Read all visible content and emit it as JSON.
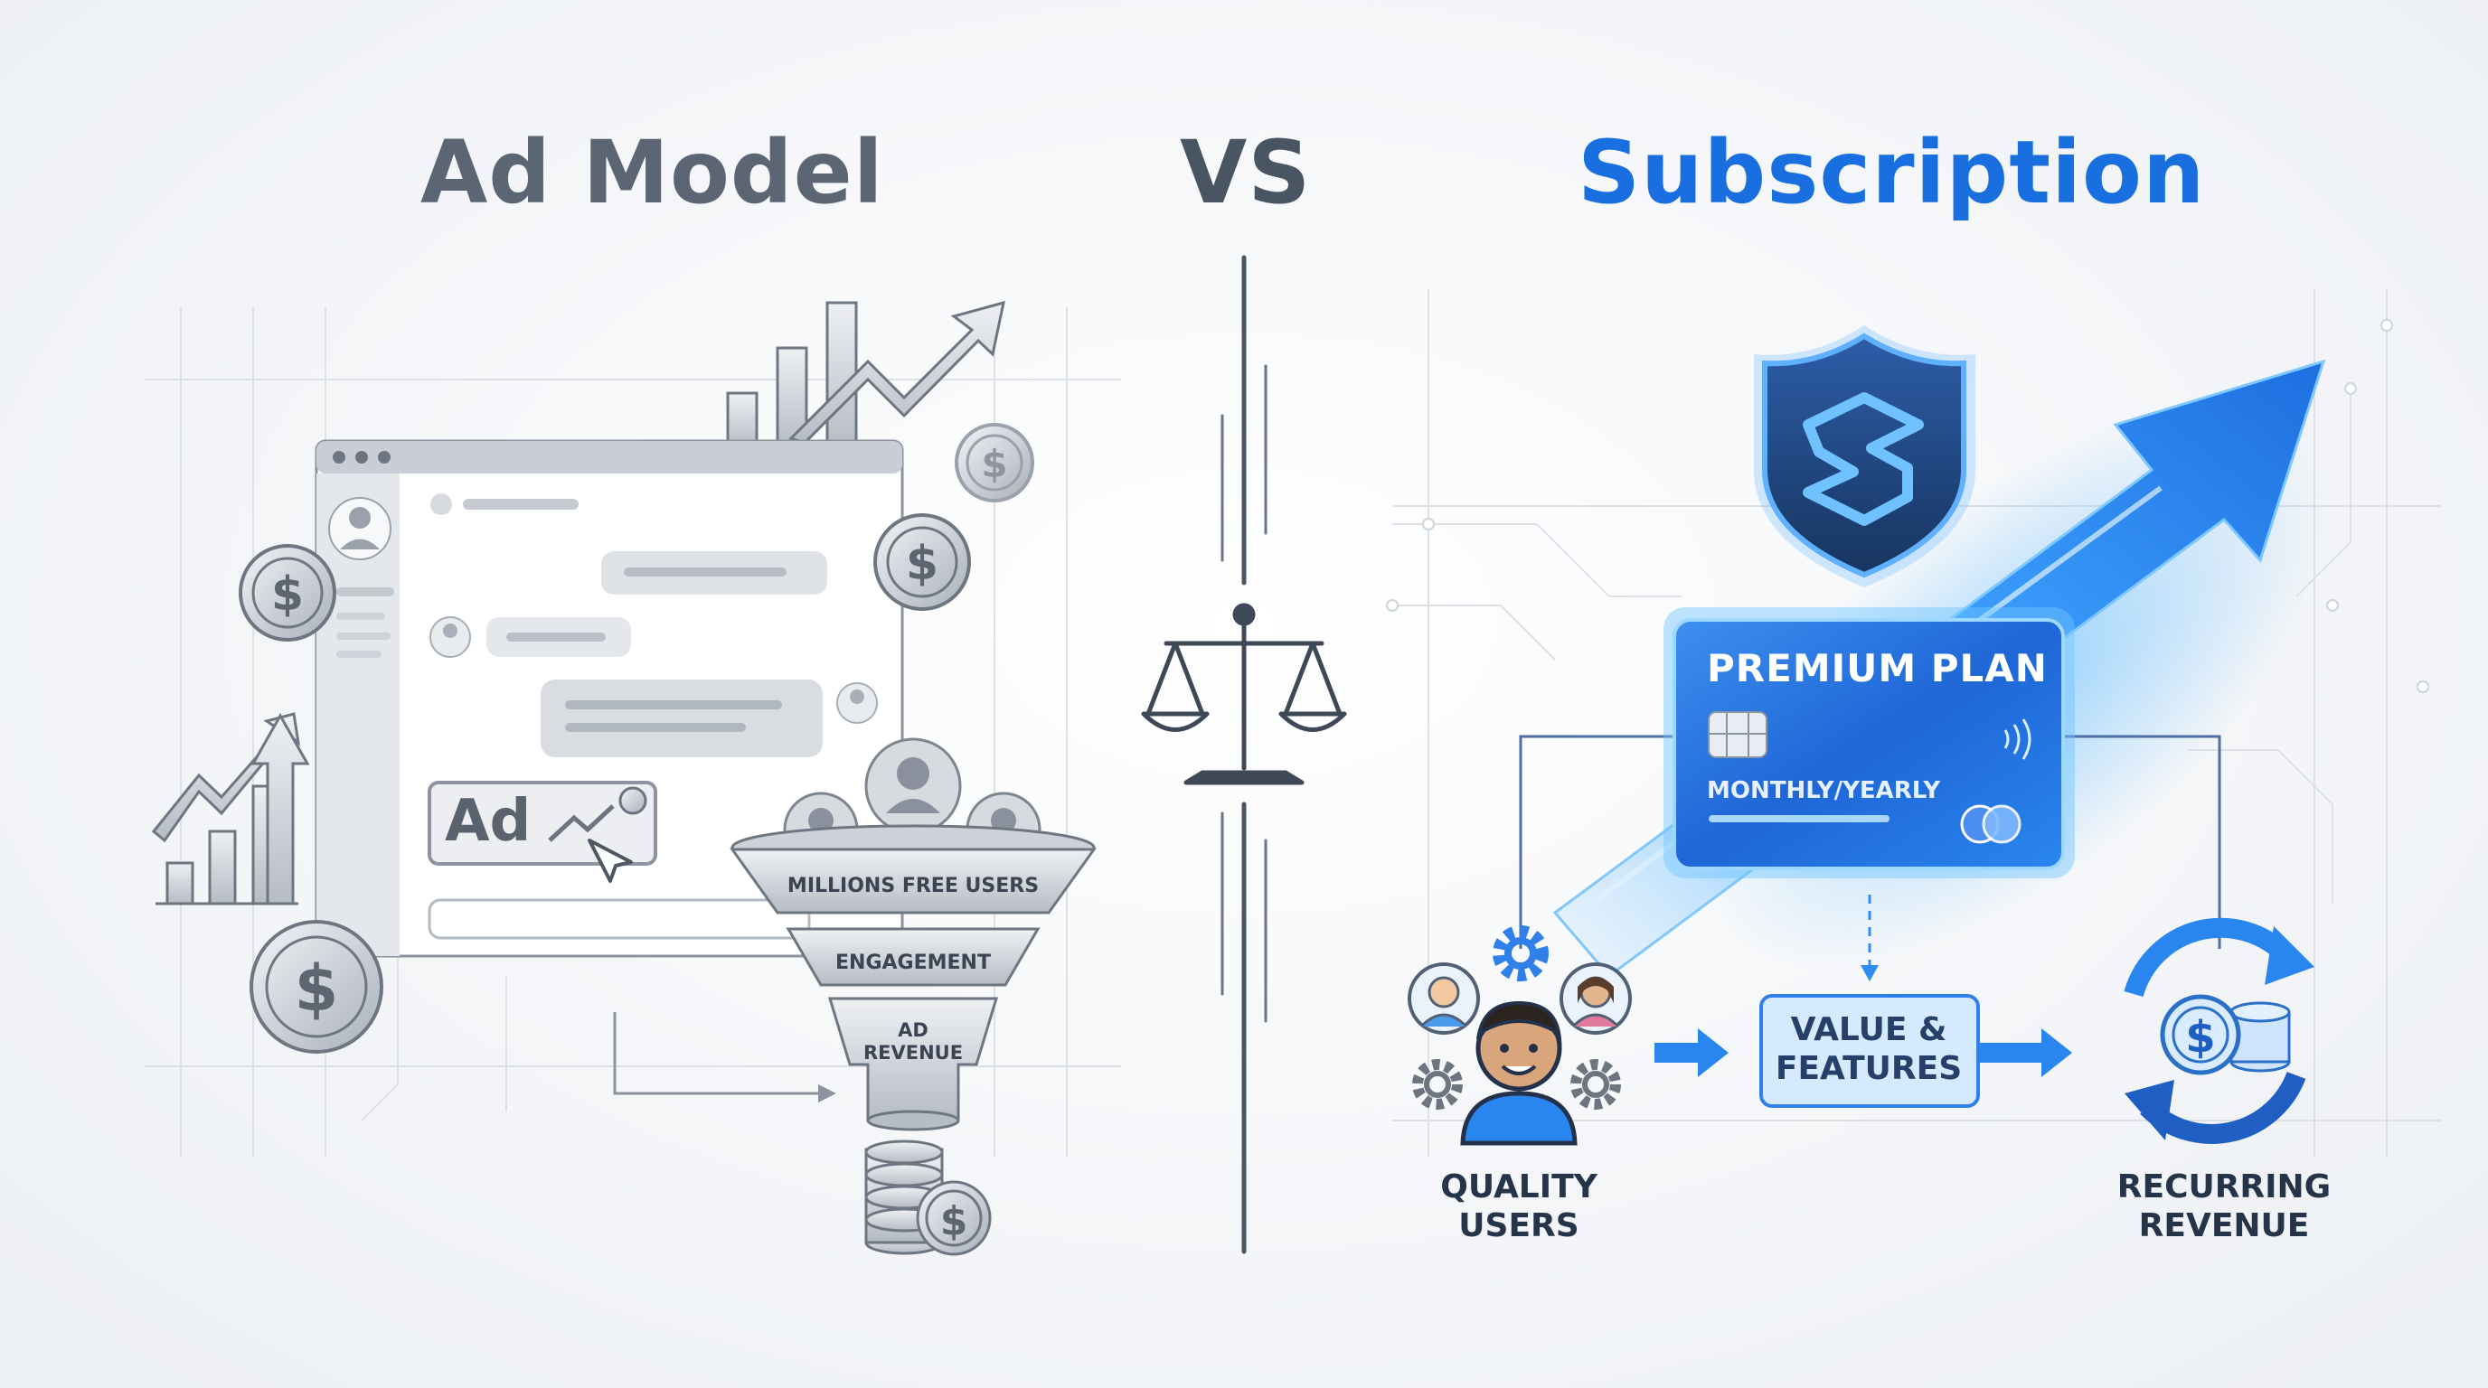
{
  "titles": {
    "left": "Ad Model",
    "vs": "VS",
    "right": "Subscription"
  },
  "ad_model": {
    "ad_badge_text": "Ad",
    "funnel": {
      "top": "MILLIONS FREE USERS",
      "middle": "ENGAGEMENT",
      "bottom_line1": "AD",
      "bottom_line2": "REVENUE"
    }
  },
  "subscription": {
    "card_title": "PREMIUM PLAN",
    "card_subtitle": "MONTHLY/YEARLY",
    "value_line1": "VALUE &",
    "value_line2": "FEATURES",
    "quality_line1": "QUALITY",
    "quality_line2": "USERS",
    "recurring_line1": "RECURRING",
    "recurring_line2": "REVENUE"
  },
  "colors": {
    "left_accent": "#5b6573",
    "right_accent": "#1a6fe0",
    "divider": "#4a5564"
  },
  "icons": [
    "dollar-coin-icon",
    "browser-window-icon",
    "bar-chart-icon",
    "trend-arrow-icon",
    "avatar-icon",
    "cursor-icon",
    "coin-stack-icon",
    "scale-icon",
    "shield-icon",
    "gear-icon",
    "credit-card-icon",
    "chip-icon",
    "contactless-icon",
    "recurring-cycle-icon"
  ]
}
